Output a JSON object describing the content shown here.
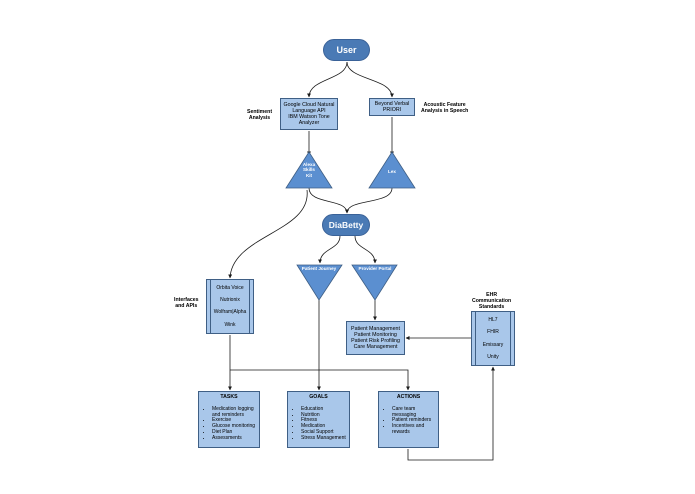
{
  "nodes": {
    "user": "User",
    "diabetty": "DiaBetty",
    "sentiment_tools": [
      "Google Cloud Natural",
      "Language API",
      "IBM Watson Tone",
      "Analyzer"
    ],
    "acoustic_tools": [
      "Beyond Verbal",
      "PRIORI"
    ],
    "alexa": [
      "Alexa",
      "Skills",
      "Kit"
    ],
    "lex": "Lex",
    "patient_journey": "Patient Journey",
    "provider_portal": "Provider Portal",
    "provider_features": [
      "Patient Management",
      "Patient Monitoring",
      "Patient Risk Profiling",
      "Care Management"
    ]
  },
  "labels": {
    "sentiment": [
      "Sentiment",
      "Analysis"
    ],
    "acoustic": [
      "Acoustic Feature",
      "Analysis in Speech"
    ],
    "interfaces": [
      "Interfaces",
      "and APIs"
    ],
    "ehr": [
      "EHR",
      "Communication",
      "Standards"
    ]
  },
  "interfaces_list": [
    "Orbita Voice",
    "Nutrionix",
    "Wolfram|Alpha",
    "Wink"
  ],
  "ehr_list": [
    "HL7",
    "FHIR",
    "Emissary",
    "Unity"
  ],
  "tasks": {
    "title": "TASKS",
    "items": [
      "Medication logging and reminders",
      "Exercise",
      "Glucose monitoring",
      "Diet Plan",
      "Assessments"
    ]
  },
  "goals": {
    "title": "GOALS",
    "items": [
      "Education",
      "Nutrition",
      "Fitness",
      "Medication",
      "Social Support",
      "Stress Management"
    ]
  },
  "actions": {
    "title": "ACTIONS",
    "items": [
      "Care team messaging",
      "Patient reminders",
      "Incentives and rewards"
    ]
  },
  "colors": {
    "dark_blue": "#4a7ab5",
    "light_blue": "#a9c7ea",
    "triangle_blue": "#5b8fd0",
    "stroke": "#3f5f85",
    "connector": "#1a1a1a"
  }
}
